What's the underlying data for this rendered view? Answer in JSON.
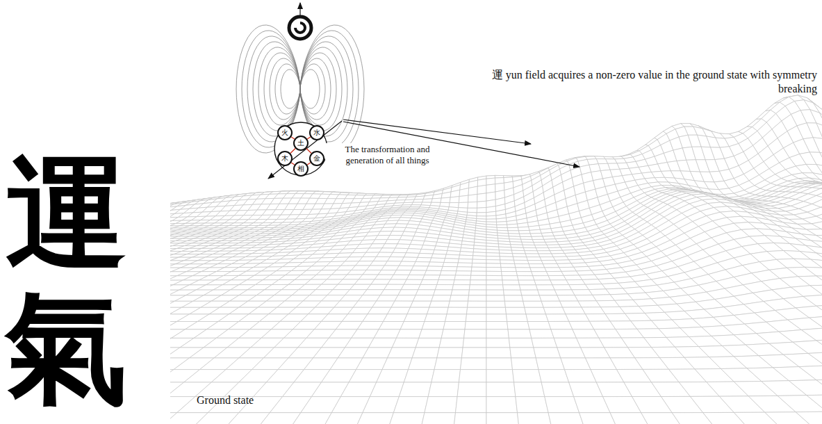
{
  "diagram": {
    "nodes": [
      {
        "text": [
          "火"
        ]
      },
      {
        "text": [
          "水"
        ]
      },
      {
        "text": [
          "土"
        ]
      },
      {
        "text": [
          "木"
        ]
      },
      {
        "text": [
          "金"
        ]
      },
      {
        "text": [
          "相"
        ]
      }
    ],
    "edges": [
      {
        "from": 0,
        "to": 2,
        "arrow": "none"
      },
      {
        "from": 1,
        "to": 2,
        "arrow": "none"
      },
      {
        "from": 3,
        "to": 2,
        "arrow": "none"
      },
      {
        "from": 4,
        "to": 2,
        "arrow": "none"
      },
      {
        "from": 3,
        "to": 5,
        "arrow": "none"
      },
      {
        "from": 4,
        "to": 5,
        "arrow": "none"
      }
    ],
    "labels": [
      "運 yun field acquires a non-zero value in the ground state with symmetry breaking",
      "The transformation and generation of all things",
      "Ground state",
      "運氣"
    ]
  }
}
